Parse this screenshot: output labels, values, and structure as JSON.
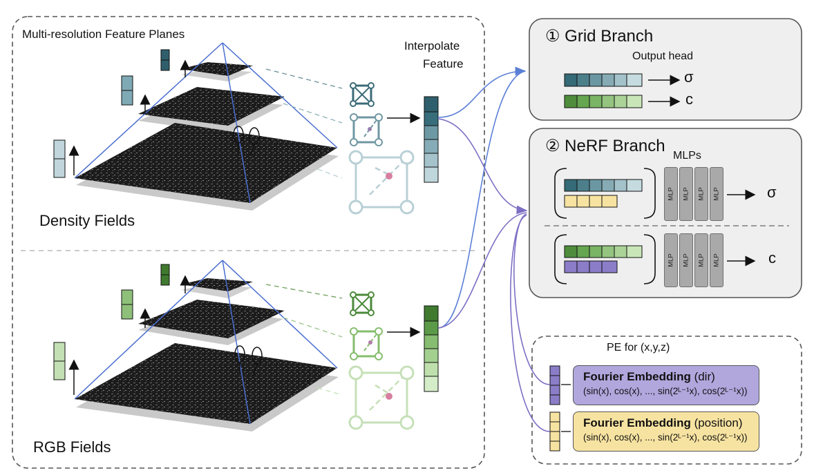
{
  "left_panel": {
    "planes_title": "Multi-resolution Feature Planes",
    "interpolate_line1": "Interpolate",
    "interpolate_line2": "Feature",
    "density_label": "Density Fields",
    "rgb_label": "RGB Fields"
  },
  "grid_branch": {
    "title": "① Grid Branch",
    "output_head": "Output head",
    "sigma": "σ",
    "c": "c"
  },
  "nerf_branch": {
    "title": "② NeRF Branch",
    "mlps_label": "MLPs",
    "mlp_block": "MLP",
    "sigma": "σ",
    "c": "c"
  },
  "pe": {
    "title": "PE for (x,y,z)",
    "dir_title_bold": "Fourier Embedding",
    "dir_title_rest": " (dir)",
    "dir_formula": "(sin(x), cos(x), ..., sin(2ᴸ⁻¹x), cos(2ᴸ⁻¹x))",
    "pos_title_bold": "Fourier Embedding",
    "pos_title_rest": " (position)",
    "pos_formula": "(sin(x), cos(x), ..., sin(2ᴸ⁻¹x), cos(2ᴸ⁻¹x))"
  },
  "colors": {
    "density_dark": "#2f5f6c",
    "density_mid": "#7fa9b4",
    "density_light": "#c7dde3",
    "rgb_dark": "#3f7a2f",
    "rgb_mid": "#8fc07a",
    "rgb_light": "#d3ebc6",
    "purple": "#8b7dc8",
    "yellow": "#f7e3a1",
    "blue_line": "#5b7fd6",
    "purple_line": "#7d6fc4"
  }
}
